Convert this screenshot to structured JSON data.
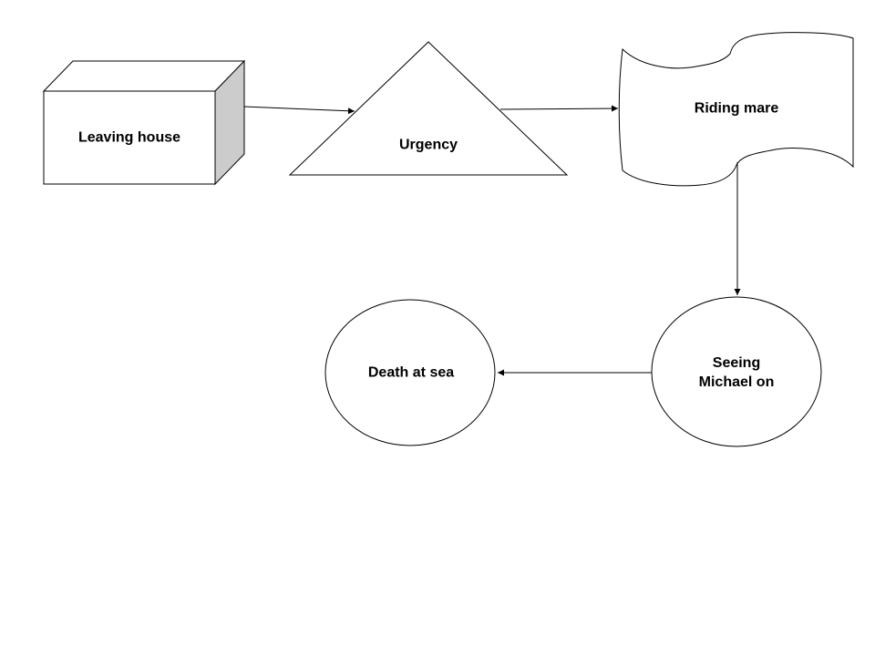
{
  "page": {
    "background_color": "#ffffff",
    "stroke_color": "#000000",
    "shape_fill_color": "#ffffff",
    "cube_side_fill_color": "#cccccc",
    "text_color": "#000000"
  },
  "diagram": {
    "nodes": [
      {
        "id": "leaving-house",
        "shape": "cube",
        "label": "Leaving house"
      },
      {
        "id": "urgency",
        "shape": "triangle",
        "label": "Urgency"
      },
      {
        "id": "riding-mare",
        "shape": "wave-flag",
        "label": "Riding mare"
      },
      {
        "id": "seeing-michael",
        "shape": "circle",
        "label": "Seeing\nMichael on"
      },
      {
        "id": "death-at-sea",
        "shape": "circle",
        "label": "Death at sea"
      }
    ],
    "edges": [
      {
        "from": "leaving-house",
        "to": "urgency",
        "type": "arrow"
      },
      {
        "from": "urgency",
        "to": "riding-mare",
        "type": "arrow"
      },
      {
        "from": "riding-mare",
        "to": "seeing-michael",
        "type": "arrow"
      },
      {
        "from": "seeing-michael",
        "to": "death-at-sea",
        "type": "arrow"
      }
    ]
  }
}
